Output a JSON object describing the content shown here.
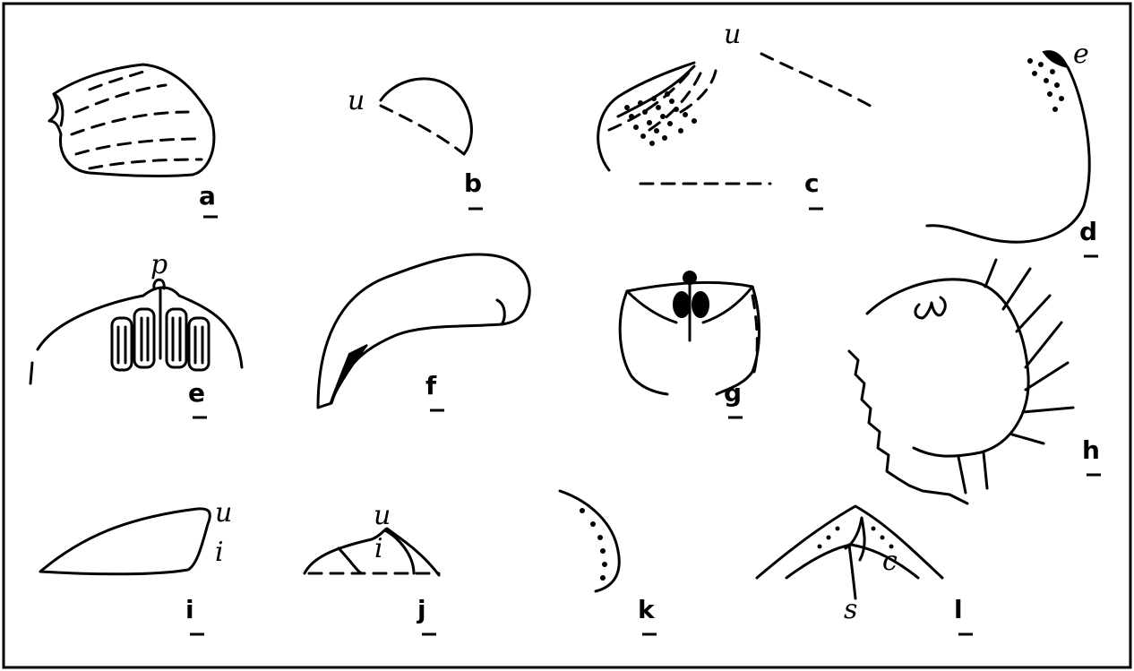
{
  "figures": [
    {
      "id": "a",
      "label": "a"
    },
    {
      "id": "b",
      "label": "b",
      "marks": [
        "u"
      ]
    },
    {
      "id": "c",
      "label": "c",
      "marks": [
        "u"
      ]
    },
    {
      "id": "d",
      "label": "d",
      "marks": [
        "e"
      ]
    },
    {
      "id": "e",
      "label": "e",
      "marks": [
        "p"
      ]
    },
    {
      "id": "f",
      "label": "f"
    },
    {
      "id": "g",
      "label": "g"
    },
    {
      "id": "h",
      "label": "h"
    },
    {
      "id": "i",
      "label": "i",
      "marks": [
        "u",
        "i"
      ]
    },
    {
      "id": "j",
      "label": "j",
      "marks": [
        "u",
        "i"
      ]
    },
    {
      "id": "k",
      "label": "k"
    },
    {
      "id": "l",
      "label": "l",
      "marks": [
        "c",
        "s"
      ]
    }
  ]
}
